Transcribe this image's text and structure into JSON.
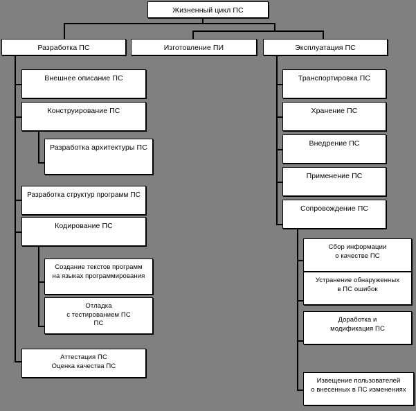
{
  "diagram": {
    "title": "Жизненный цикл ПС",
    "background_color": "#808080",
    "node_fill": "#ffffff",
    "line_color": "#000000",
    "root": {
      "label": "Жизненный цикл ПС"
    },
    "level1": [
      {
        "label": "Разработка ПС"
      },
      {
        "label": "Изготовление ПИ"
      },
      {
        "label": "Эксплуатация ПС"
      }
    ],
    "development_children": [
      {
        "label": "Внешнее описание ПС"
      },
      {
        "label": "Конструирование ПС"
      },
      {
        "label": "Разработка структур программ ПС"
      },
      {
        "label": "Кодирование ПС"
      },
      {
        "label": "Аттестация ПС\nОценка качества ПС"
      }
    ],
    "construction_children": [
      {
        "label": "Разработка архитектуры ПС"
      }
    ],
    "coding_children": [
      {
        "label": "Создание текстов программ\nна языках программирования"
      },
      {
        "label": "Отладка\nс тестированием ПС\nПС"
      }
    ],
    "operation_children": [
      {
        "label": "Транспортировка ПС"
      },
      {
        "label": "Хранение ПС"
      },
      {
        "label": "Внедрение ПС"
      },
      {
        "label": "Применение ПС"
      },
      {
        "label": "Сопровождение ПС"
      }
    ],
    "maintenance_children": [
      {
        "label": "Сбор информации\nо качестве ПС"
      },
      {
        "label": "Устранение обнаруженных\nв ПС ошибок"
      },
      {
        "label": "Доработка и\nмодификация ПС"
      },
      {
        "label": "Извещение пользователей\nо внесенных в ПС изменениях"
      }
    ]
  }
}
